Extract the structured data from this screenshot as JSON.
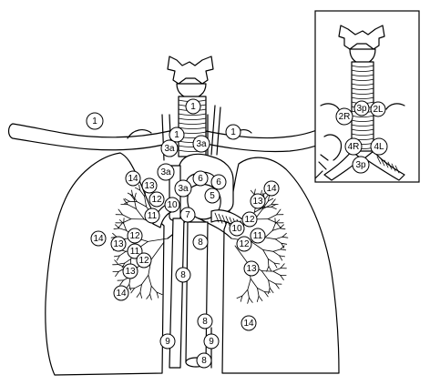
{
  "stations": [
    {
      "id": "s1-left-clavicle",
      "label": "1",
      "inset": false
    },
    {
      "id": "s1-upper",
      "label": "1",
      "inset": false
    },
    {
      "id": "s1-lower",
      "label": "1",
      "inset": false
    },
    {
      "id": "s1-right-clavicle",
      "label": "1",
      "inset": false
    },
    {
      "id": "s3a-left",
      "label": "3a",
      "inset": false
    },
    {
      "id": "s3a-right",
      "label": "3a",
      "inset": false
    },
    {
      "id": "s3a-mid",
      "label": "3a",
      "inset": false
    },
    {
      "id": "s3a-center",
      "label": "3a",
      "inset": false
    },
    {
      "id": "s6-left",
      "label": "6",
      "inset": false
    },
    {
      "id": "s6-right",
      "label": "6",
      "inset": false
    },
    {
      "id": "s5",
      "label": "5",
      "inset": false
    },
    {
      "id": "s14-left-upper",
      "label": "14",
      "inset": false
    },
    {
      "id": "s13-left-upper",
      "label": "13",
      "inset": false
    },
    {
      "id": "s12-left-upper",
      "label": "12",
      "inset": false
    },
    {
      "id": "s10-left",
      "label": "10",
      "inset": false
    },
    {
      "id": "s11-left-upper",
      "label": "11",
      "inset": false
    },
    {
      "id": "s7",
      "label": "7",
      "inset": false
    },
    {
      "id": "s8-upper",
      "label": "8",
      "inset": false
    },
    {
      "id": "s14-right-upper",
      "label": "14",
      "inset": false
    },
    {
      "id": "s13-right-upper",
      "label": "13",
      "inset": false
    },
    {
      "id": "s12-right-upper",
      "label": "12",
      "inset": false
    },
    {
      "id": "s10-right",
      "label": "10",
      "inset": false
    },
    {
      "id": "s11-right",
      "label": "11",
      "inset": false
    },
    {
      "id": "s12-right-lower",
      "label": "12",
      "inset": false
    },
    {
      "id": "s13-right-lower",
      "label": "13",
      "inset": false
    },
    {
      "id": "s14-right-lower",
      "label": "14",
      "inset": false
    },
    {
      "id": "s12-left-mid",
      "label": "12",
      "inset": false
    },
    {
      "id": "s14-left-mid",
      "label": "14",
      "inset": false
    },
    {
      "id": "s13-left-mid",
      "label": "13",
      "inset": false
    },
    {
      "id": "s11-left-lower",
      "label": "11",
      "inset": false
    },
    {
      "id": "s12-left-lower",
      "label": "12",
      "inset": false
    },
    {
      "id": "s13-left-lower",
      "label": "13",
      "inset": false
    },
    {
      "id": "s14-left-lower",
      "label": "14",
      "inset": false
    },
    {
      "id": "s8-mid",
      "label": "8",
      "inset": false
    },
    {
      "id": "s8-lower",
      "label": "8",
      "inset": false
    },
    {
      "id": "s8-bottom",
      "label": "8",
      "inset": false
    },
    {
      "id": "s9-left",
      "label": "9",
      "inset": false
    },
    {
      "id": "s9-right",
      "label": "9",
      "inset": false
    },
    {
      "id": "inset-3p-top",
      "label": "3p",
      "inset": true
    },
    {
      "id": "inset-2R",
      "label": "2R",
      "inset": true
    },
    {
      "id": "inset-2L",
      "label": "2L",
      "inset": true
    },
    {
      "id": "inset-4R",
      "label": "4R",
      "inset": true
    },
    {
      "id": "inset-4L",
      "label": "4L",
      "inset": true
    },
    {
      "id": "inset-3p-bottom",
      "label": "3p",
      "inset": true
    }
  ]
}
